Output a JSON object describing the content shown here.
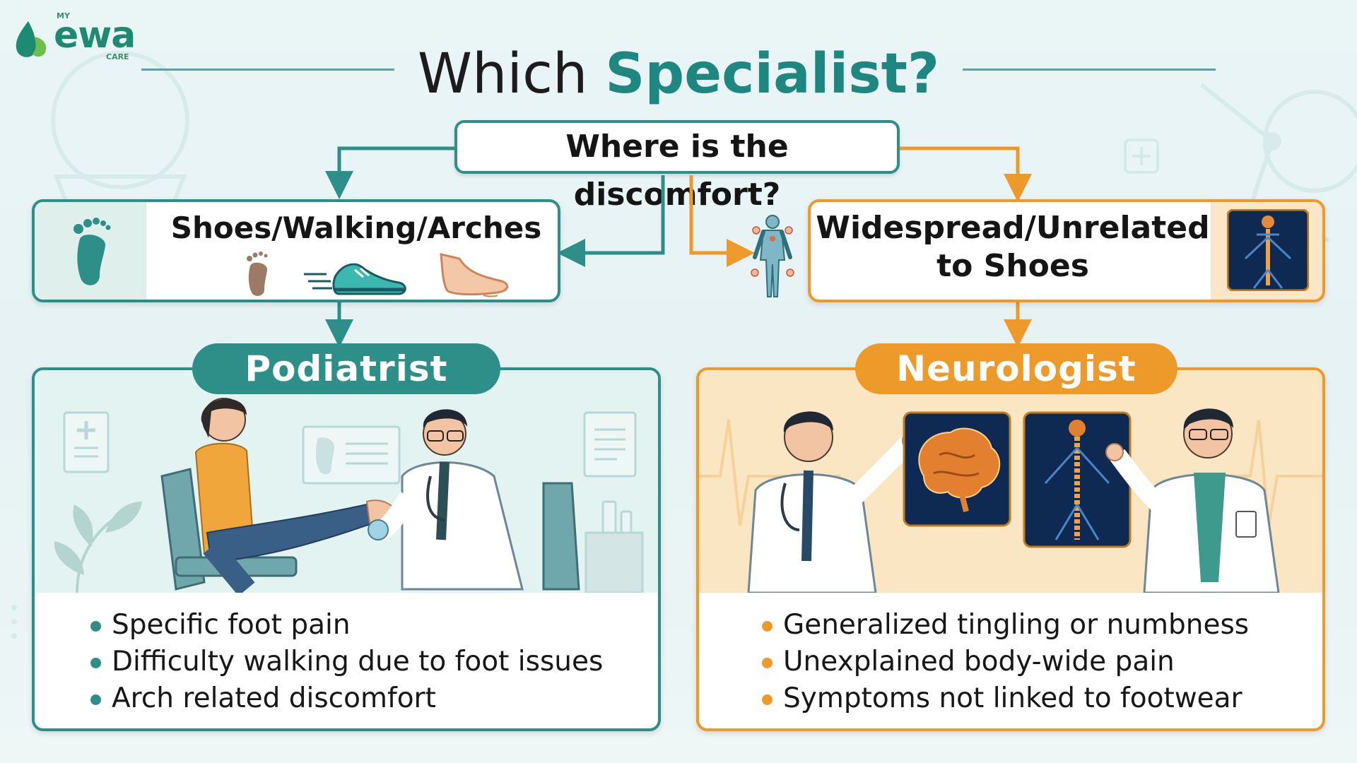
{
  "brand": {
    "prefix": "MY",
    "name": "ewa",
    "suffix": "CARE"
  },
  "title": {
    "lead": "Which",
    "accent": "Specialist?"
  },
  "question": "Where is the discomfort?",
  "left": {
    "criteria": "Shoes/Walking/Arches",
    "specialist": "Podiatrist",
    "bullets": [
      "Specific foot pain",
      "Difficulty walking due to foot issues",
      "Arch related discomfort"
    ]
  },
  "right": {
    "criteria_line1": "Widespread/Unrelated",
    "criteria_line2": "to Shoes",
    "specialist": "Neurologist",
    "bullets": [
      "Generalized tingling or numbness",
      "Unexplained body-wide pain",
      "Symptoms not linked to footwear"
    ]
  },
  "colors": {
    "teal": "#2e8f89",
    "orange": "#ee9a2b",
    "navy": "#0f2a52"
  },
  "icons": [
    "footprint-icon",
    "sneaker-icon",
    "bare-foot-icon",
    "body-pain-icon",
    "spine-xray-icon",
    "brain-scan-icon",
    "medical-cross-icon",
    "clipboard-icon"
  ]
}
